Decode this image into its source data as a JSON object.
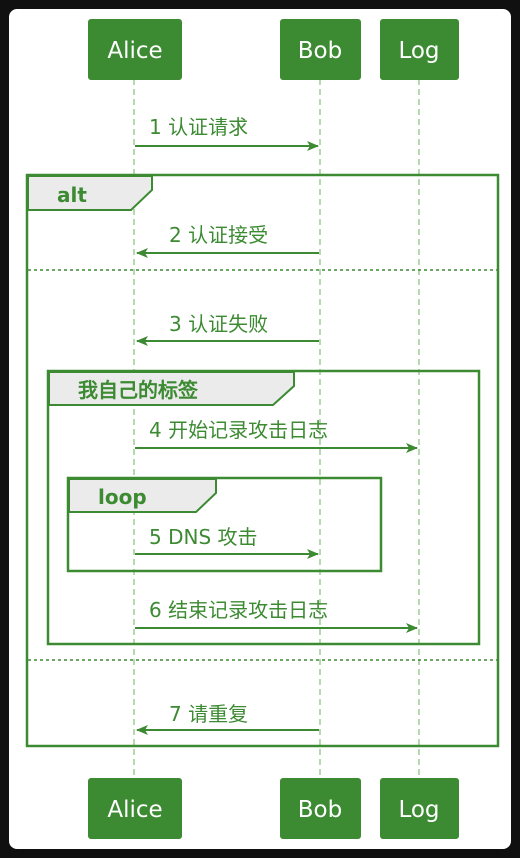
{
  "participants": [
    {
      "id": "alice",
      "label": "Alice"
    },
    {
      "id": "bob",
      "label": "Bob"
    },
    {
      "id": "log",
      "label": "Log"
    }
  ],
  "fragments": {
    "alt": {
      "label": "alt"
    },
    "group": {
      "label": "我自己的标签"
    },
    "loop": {
      "label": "loop"
    }
  },
  "messages": [
    {
      "num": "1",
      "text": "认证请求",
      "from": "alice",
      "to": "bob"
    },
    {
      "num": "2",
      "text": "认证接受",
      "from": "bob",
      "to": "alice"
    },
    {
      "num": "3",
      "text": "认证失败",
      "from": "bob",
      "to": "alice"
    },
    {
      "num": "4",
      "text": "开始记录攻击日志",
      "from": "alice",
      "to": "log"
    },
    {
      "num": "5",
      "text": "DNS 攻击",
      "from": "alice",
      "to": "bob"
    },
    {
      "num": "6",
      "text": "结束记录攻击日志",
      "from": "alice",
      "to": "log"
    },
    {
      "num": "7",
      "text": "请重复",
      "from": "bob",
      "to": "alice"
    }
  ],
  "colors": {
    "accent": "#3c8a32",
    "lifeline": "#86c07c",
    "tab_fill": "#ebebeb",
    "background": "#ffffff"
  }
}
